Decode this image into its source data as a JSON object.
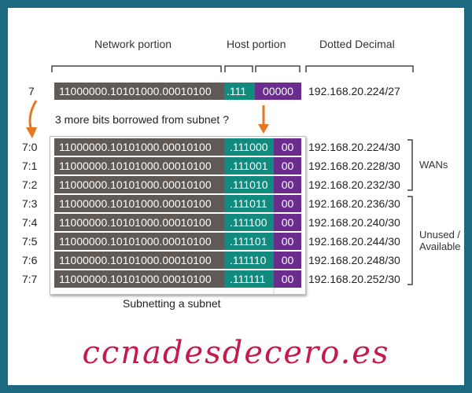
{
  "headers": {
    "network": "Network portion",
    "host": "Host portion",
    "dotted": "Dotted Decimal"
  },
  "top_row": {
    "label": "7",
    "network": "11000000.10101000.00010100",
    "host": ".111",
    "subnet": "00000",
    "dotted": "192.168.20.224/27"
  },
  "note": "3 more bits borrowed from subnet ?",
  "rows": [
    {
      "label": "7:0",
      "network": "11000000.10101000.00010100",
      "host": ".111000",
      "subnet": "00",
      "dotted": "192.168.20.224/30"
    },
    {
      "label": "7:1",
      "network": "11000000.10101000.00010100",
      "host": ".111001",
      "subnet": "00",
      "dotted": "192.168.20.228/30"
    },
    {
      "label": "7:2",
      "network": "11000000.10101000.00010100",
      "host": ".111010",
      "subnet": "00",
      "dotted": "192.168.20.232/30"
    },
    {
      "label": "7:3",
      "network": "11000000.10101000.00010100",
      "host": ".111011",
      "subnet": "00",
      "dotted": "192.168.20.236/30"
    },
    {
      "label": "7:4",
      "network": "11000000.10101000.00010100",
      "host": ".111100",
      "subnet": "00",
      "dotted": "192.168.20.240/30"
    },
    {
      "label": "7:5",
      "network": "11000000.10101000.00010100",
      "host": ".111101",
      "subnet": "00",
      "dotted": "192.168.20.244/30"
    },
    {
      "label": "7:6",
      "network": "11000000.10101000.00010100",
      "host": ".111110",
      "subnet": "00",
      "dotted": "192.168.20.248/30"
    },
    {
      "label": "7:7",
      "network": "11000000.10101000.00010100",
      "host": ".111111",
      "subnet": "00",
      "dotted": "192.168.20.252/30"
    }
  ],
  "groups": {
    "wans": "WANs",
    "unused_line1": "Unused /",
    "unused_line2": "Available"
  },
  "caption": "Subnetting a subnet",
  "footer": "ccnadesdecero.es",
  "colors": {
    "border": "#1d6a80",
    "network": "#5f5a56",
    "host": "#138a7e",
    "subnet": "#6a2d8e",
    "arrow": "#e8761e",
    "footer": "#c41a4c"
  }
}
